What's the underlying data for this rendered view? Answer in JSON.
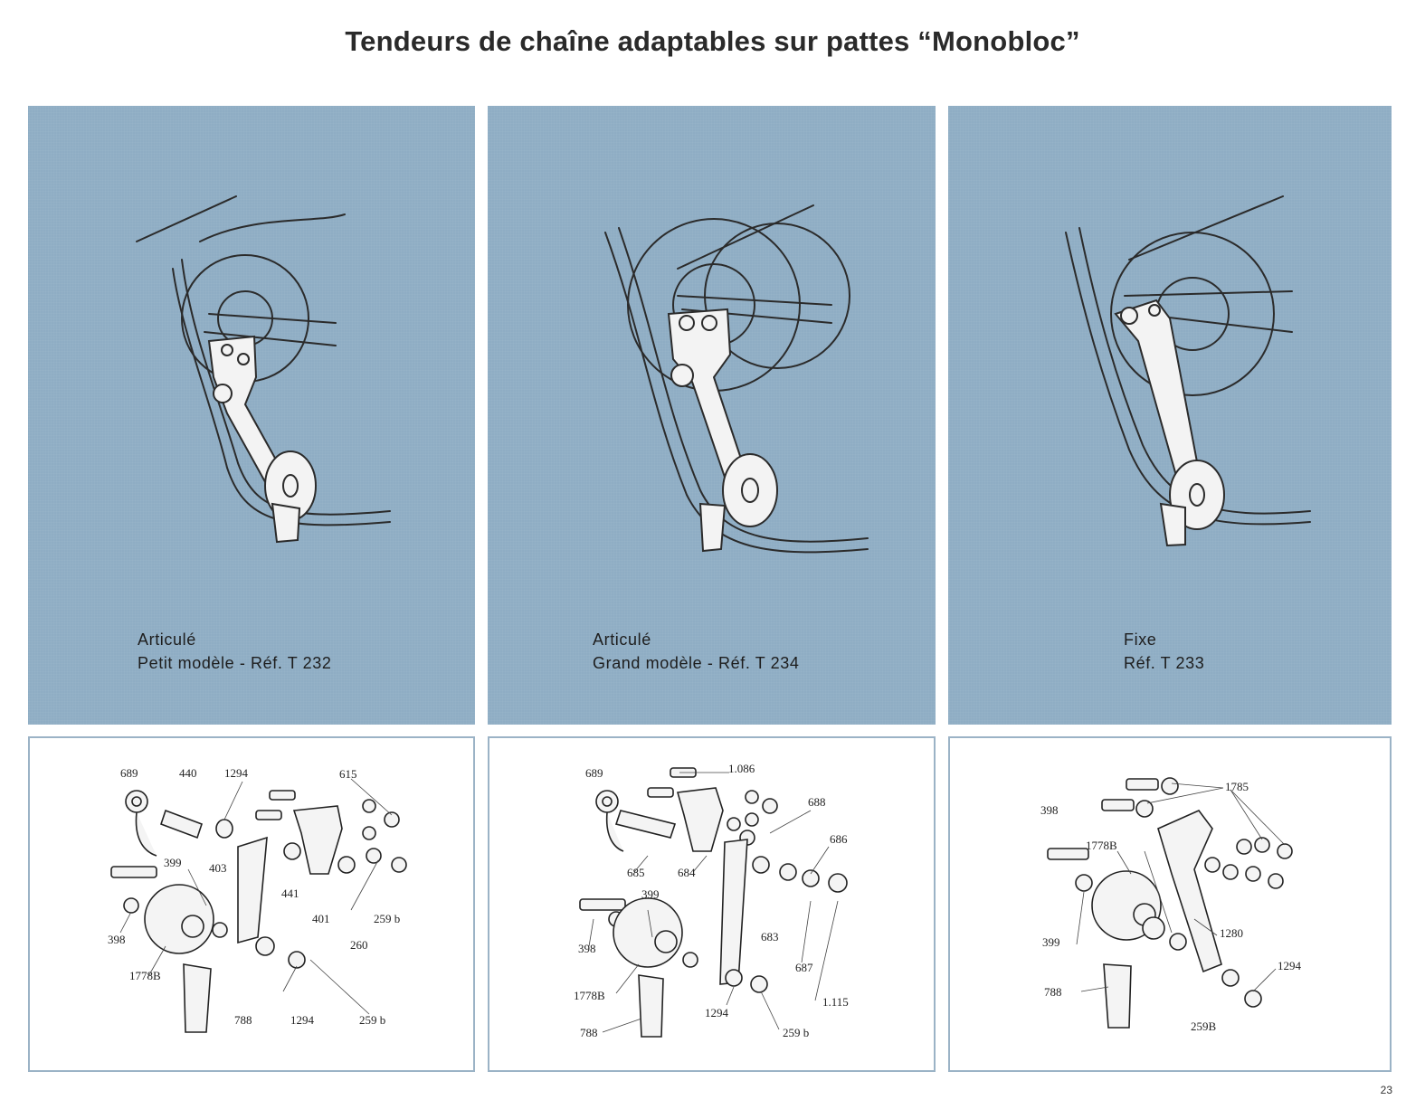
{
  "page": {
    "title": "Tendeurs de chaîne adaptables sur pattes “Monobloc”",
    "page_number": "23"
  },
  "colors": {
    "photo_background": "#8fadc4",
    "parts_border": "#9bb3c6",
    "ink": "#2a2a2a"
  },
  "products": [
    {
      "line1": "Articulé",
      "line2": "Petit modèle - Réf. T 232"
    },
    {
      "line1": "Articulé",
      "line2": "Grand modèle - Réf. T 234"
    },
    {
      "line1": "Fixe",
      "line2": "Réf. T 233"
    }
  ],
  "parts_diagrams": [
    {
      "labels": [
        "689",
        "440",
        "1294",
        "615",
        "399",
        "403",
        "441",
        "401",
        "259 b",
        "398",
        "260",
        "1778B",
        "788",
        "1294",
        "259 b"
      ]
    },
    {
      "labels": [
        "689",
        "1.086",
        "688",
        "686",
        "685",
        "684",
        "399",
        "683",
        "398",
        "687",
        "1778B",
        "1.115",
        "1294",
        "259 b",
        "788"
      ]
    },
    {
      "labels": [
        "1785",
        "398",
        "1778B",
        "399",
        "1280",
        "1294",
        "788",
        "259B"
      ]
    }
  ]
}
